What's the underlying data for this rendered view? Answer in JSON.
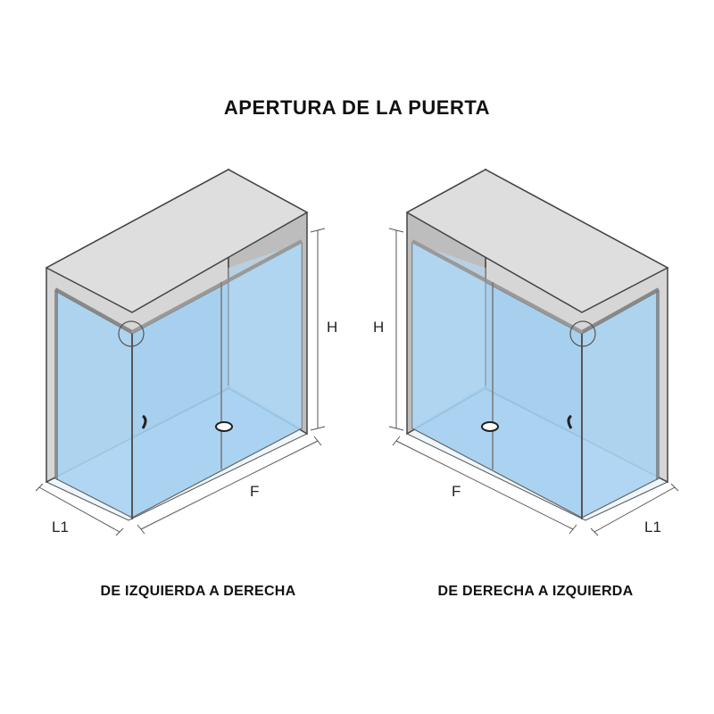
{
  "title": "APERTURA DE LA PUERTA",
  "diagrams": [
    {
      "caption": "DE IZQUIERDA A DERECHA",
      "labels": {
        "height": "H",
        "front": "F",
        "side": "L1"
      }
    },
    {
      "caption": "DE DERECHA A IZQUIERDA",
      "labels": {
        "height": "H",
        "front": "F",
        "side": "L1"
      }
    }
  ],
  "colors": {
    "glass": "#a9d3f2",
    "glass_light": "#cce6f8",
    "wall": "#d9d9d9",
    "wall_dark": "#c3c3c3",
    "line": "#444444"
  }
}
